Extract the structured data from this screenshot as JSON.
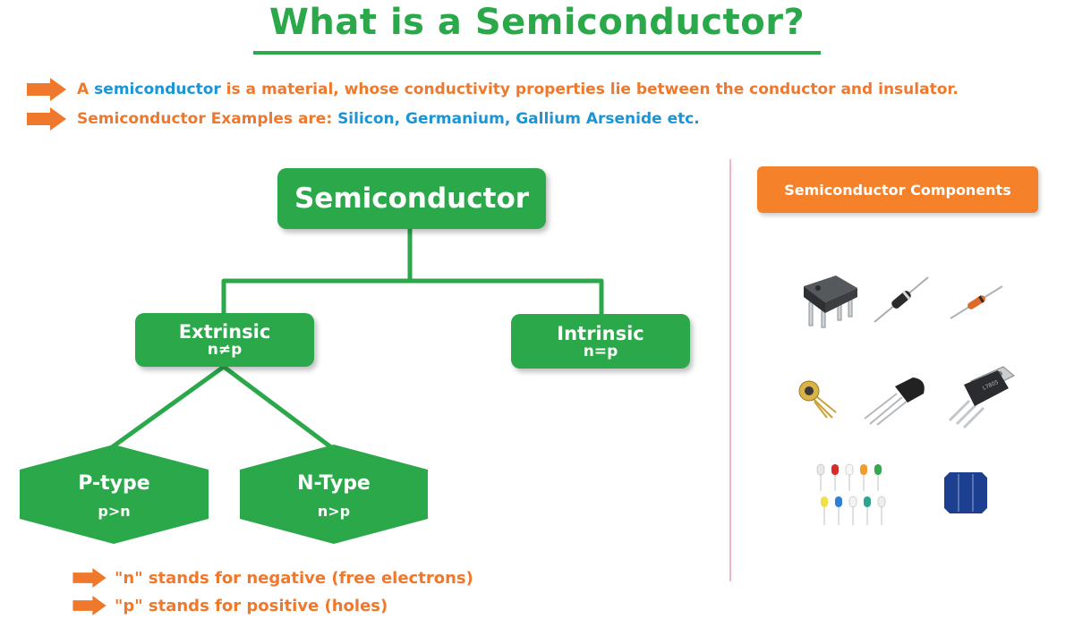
{
  "title": "What is a Semiconductor?",
  "definition": {
    "lead": "A ",
    "term": "semiconductor",
    "rest": " is a material, whose conductivity properties lie between the conductor and insulator."
  },
  "examples": {
    "lead": "Semiconductor Examples are: ",
    "list": "Silicon, Germanium, Gallium Arsenide etc."
  },
  "tree": {
    "root": "Semiconductor",
    "extrinsic": {
      "label": "Extrinsic",
      "relation": "n≠p"
    },
    "intrinsic": {
      "label": "Intrinsic",
      "relation": "n=p"
    },
    "ptype": {
      "label": "P-type",
      "relation": "p>n"
    },
    "ntype": {
      "label": "N-Type",
      "relation": "n>p"
    }
  },
  "notes": [
    "\"n\" stands for negative (free electrons)",
    "\"p\" stands for positive (holes)"
  ],
  "components": {
    "header": "Semiconductor Components",
    "items": [
      "optocoupler-icon",
      "diode-icon",
      "zener-diode-icon",
      "photodiode-icon",
      "transistor-icon",
      "voltage-regulator-icon",
      "led-array-icon",
      "solar-cell-icon"
    ]
  },
  "colors": {
    "green": "#2aa84a",
    "orange": "#f0782d",
    "blue": "#1c95d4",
    "divider": "#f0b6c6"
  }
}
